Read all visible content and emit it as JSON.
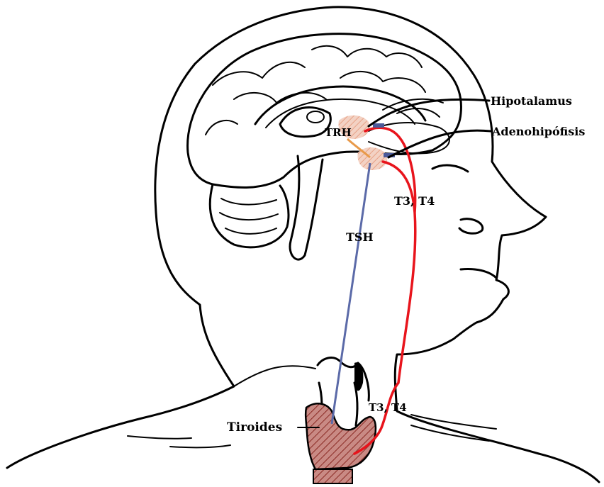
{
  "labels": {
    "hypothalamus_pointer": "Hipotalamus",
    "adenohypophysis_pointer": "Adenohipófisis",
    "trh": "TRH",
    "tsh": "TSH",
    "t3_t4_upper": "T3, T4",
    "t3_t4_lower": "T3, T4",
    "thyroid": "Tiroides"
  },
  "colors": {
    "tsh_path": "#5b6aa8",
    "feedback_path": "#e8141c",
    "trh_path": "#e89a4a",
    "gland_fill": "#c98a84",
    "inhibit_marker": "#4a5a9a"
  },
  "icons": {
    "inhibit_marker": "minus"
  }
}
